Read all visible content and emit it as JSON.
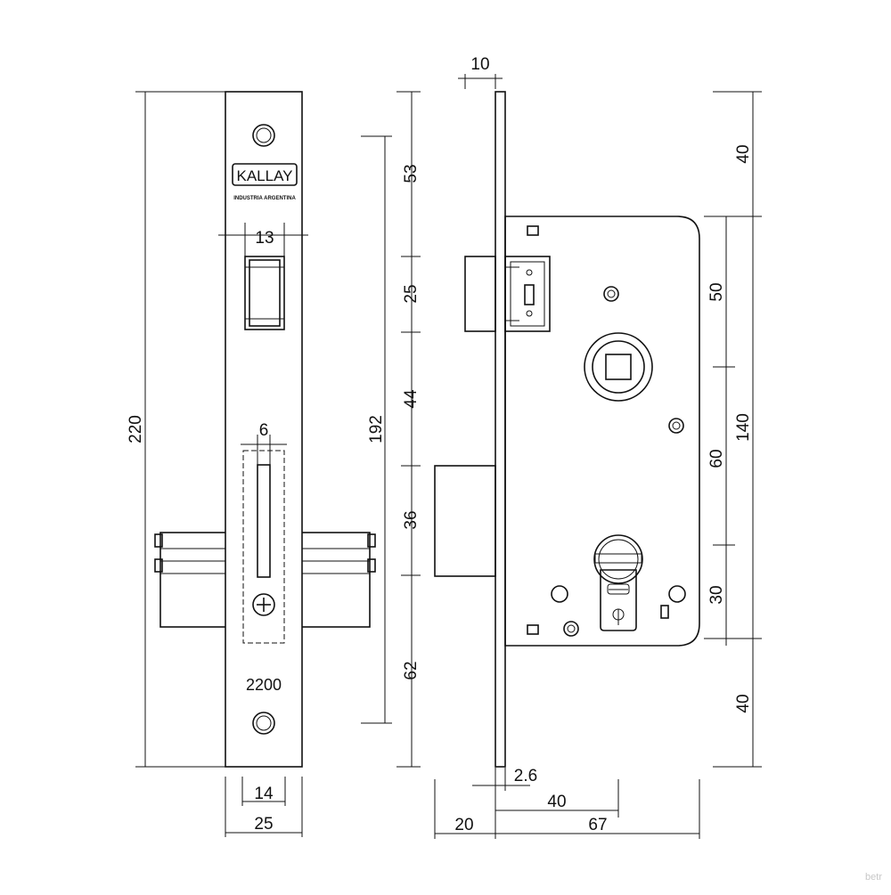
{
  "dims": {
    "top_slot": "10",
    "height_total": "220",
    "height_192": "192",
    "seg_53": "53",
    "seg_25": "25",
    "seg_44": "44",
    "seg_36": "36",
    "seg_62": "62",
    "latch_width": "13",
    "slot_width": "6",
    "face_inner": "14",
    "face_width": "25",
    "right_40_top": "40",
    "right_50": "50",
    "right_140": "140",
    "right_60": "60",
    "right_30": "30",
    "right_40_bottom": "40",
    "plate_thickness": "2.6",
    "backset_40": "40",
    "depth_20": "20",
    "depth_67": "67"
  },
  "labels": {
    "brand_logo": "KALLAY",
    "brand_sub": "INDUSTRIA ARGENTINA",
    "model": "2200",
    "watermark": "betr"
  }
}
